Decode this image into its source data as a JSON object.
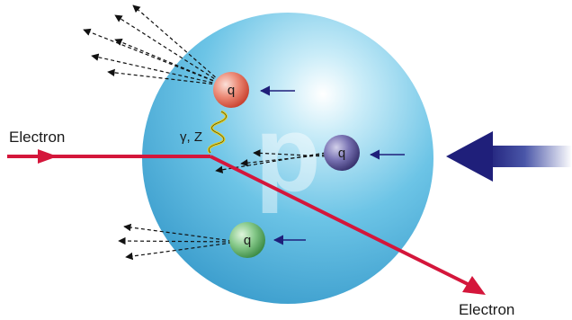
{
  "labels": {
    "electron_in": "Electron",
    "electron_out": "Electron",
    "boson": "γ, Z",
    "proton": "p"
  },
  "quarks": [
    {
      "label": "q",
      "color": "#e0614f"
    },
    {
      "label": "q",
      "color": "#4f4a8c"
    },
    {
      "label": "q",
      "color": "#5aa860"
    }
  ],
  "colors": {
    "electron": "#d4163b",
    "proton": "#6cc4e6",
    "beam_arrow": "#1f1f7a",
    "photon": "#e8d21a"
  }
}
